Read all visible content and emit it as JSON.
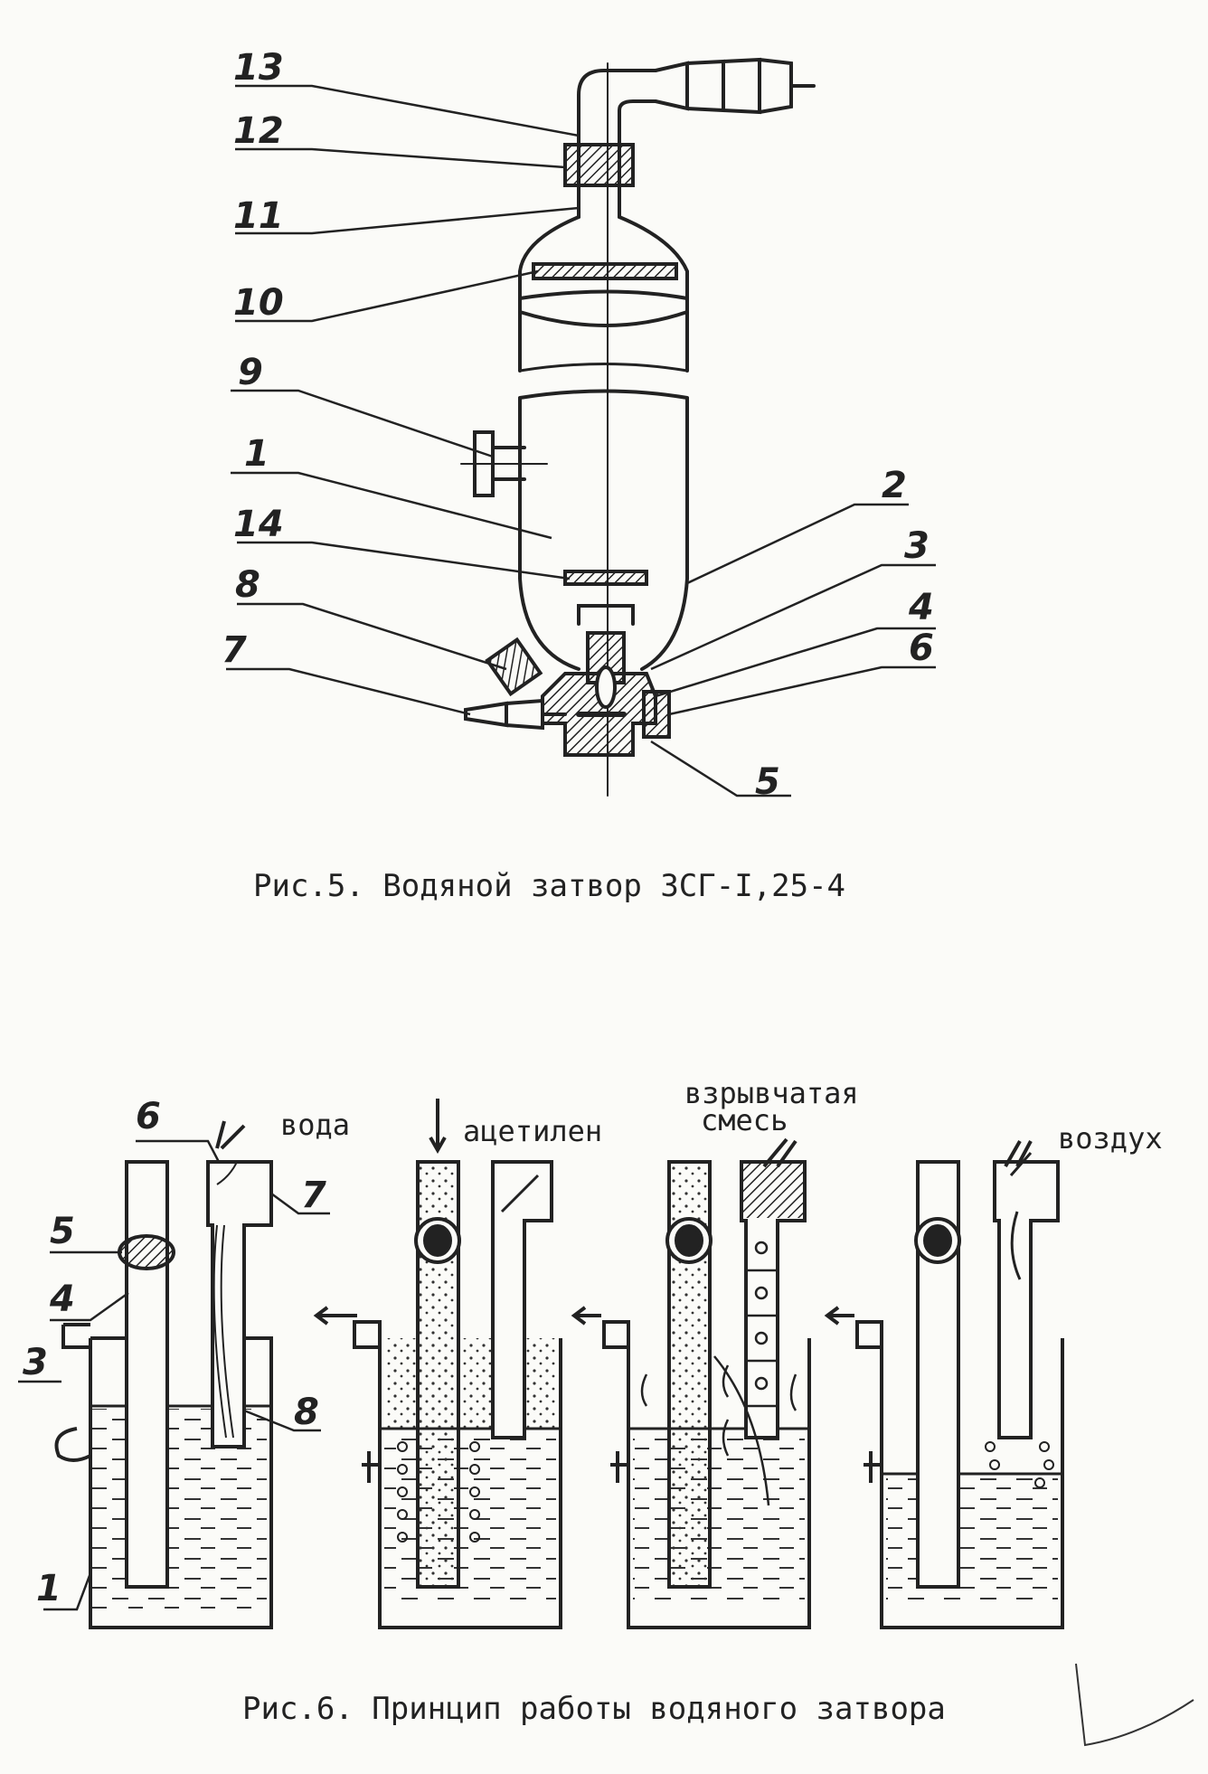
{
  "figure5": {
    "caption": "Рис.5. Водяной затвор ЗСГ-I,25-4",
    "callouts": [
      "13",
      "12",
      "11",
      "10",
      "9",
      "1",
      "14",
      "8",
      "7",
      "2",
      "3",
      "4",
      "6",
      "5"
    ]
  },
  "figure6": {
    "caption": "Рис.6. Принцип работы водяного затвора",
    "callouts": [
      "6",
      "5",
      "4",
      "3",
      "1",
      "7",
      "8"
    ],
    "panel_labels": {
      "water": "вода",
      "acetylene": "ацетилен",
      "explosive_1": "взрывчатая",
      "explosive_2": "смесь",
      "air": "воздух"
    }
  }
}
